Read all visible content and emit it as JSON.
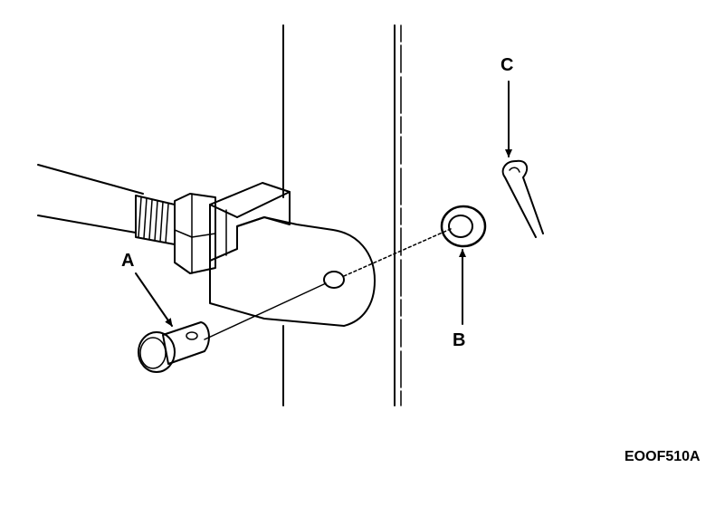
{
  "callouts": {
    "a": "A",
    "b": "B",
    "c": "C"
  },
  "figure_code": "EOOF510A"
}
